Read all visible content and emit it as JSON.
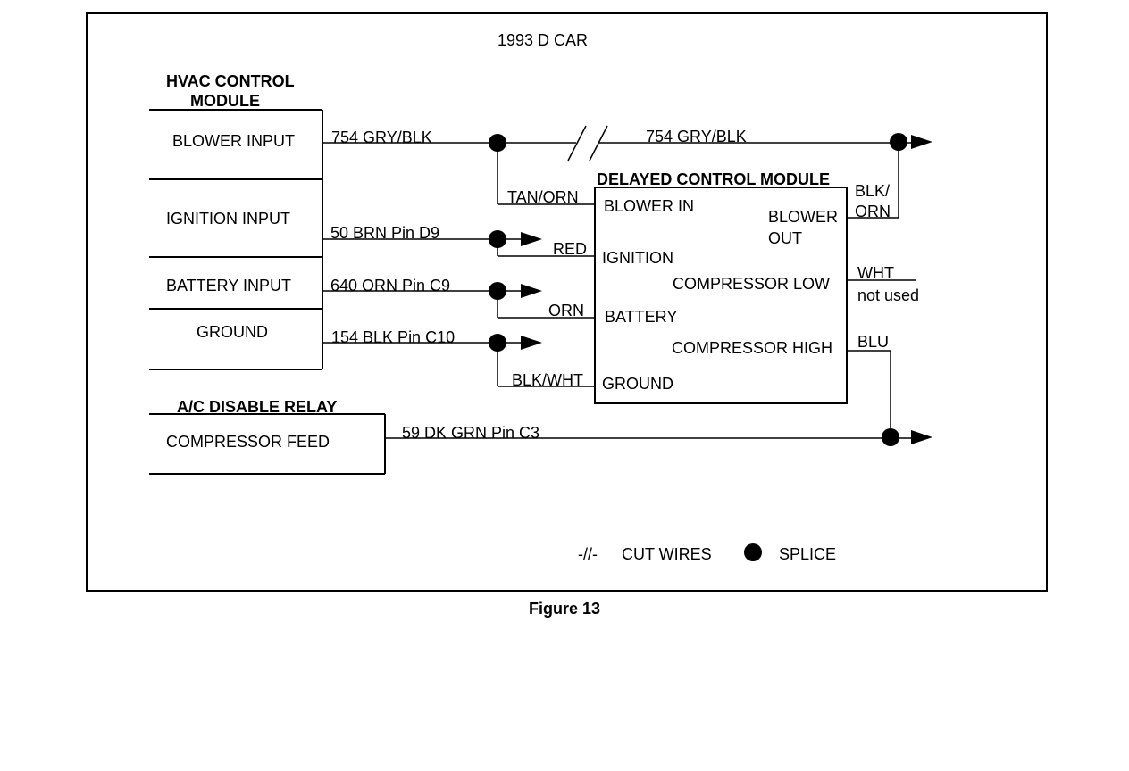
{
  "title": "1993  D CAR",
  "caption": "Figure 13",
  "hvac": {
    "heading_line1": "HVAC CONTROL",
    "heading_line2": "MODULE",
    "rows": [
      "BLOWER INPUT",
      "IGNITION INPUT",
      "BATTERY INPUT",
      "GROUND"
    ]
  },
  "relay": {
    "heading": "A/C DISABLE RELAY",
    "row": "COMPRESSOR FEED"
  },
  "dcm": {
    "heading": "DELAYED CONTROL MODULE",
    "pins_left": [
      "BLOWER IN",
      "IGNITION",
      "BATTERY",
      "GROUND"
    ],
    "blower_out_line1": "BLOWER",
    "blower_out_line2": "OUT",
    "compressor_low": "COMPRESSOR LOW",
    "compressor_high": "COMPRESSOR HIGH"
  },
  "wires": {
    "blower": "754 GRY/BLK",
    "blower_after_cut": "754 GRY/BLK",
    "ignition": "50 BRN  Pin D9",
    "battery": "640 ORN  Pin C9",
    "ground": "154 BLK  Pin C10",
    "compressor": "59 DK GRN   Pin  C3",
    "tan_orn": "TAN/ORN",
    "red": "RED",
    "orn": "ORN",
    "blk_wht": "BLK/WHT",
    "blk_orn_line1": "BLK/",
    "blk_orn_line2": "ORN",
    "wht": "WHT",
    "wht_note": "not used",
    "blu": "BLU"
  },
  "legend": {
    "cut_symbol": "-//-",
    "cut_label": "CUT WIRES",
    "splice_label": "SPLICE"
  }
}
